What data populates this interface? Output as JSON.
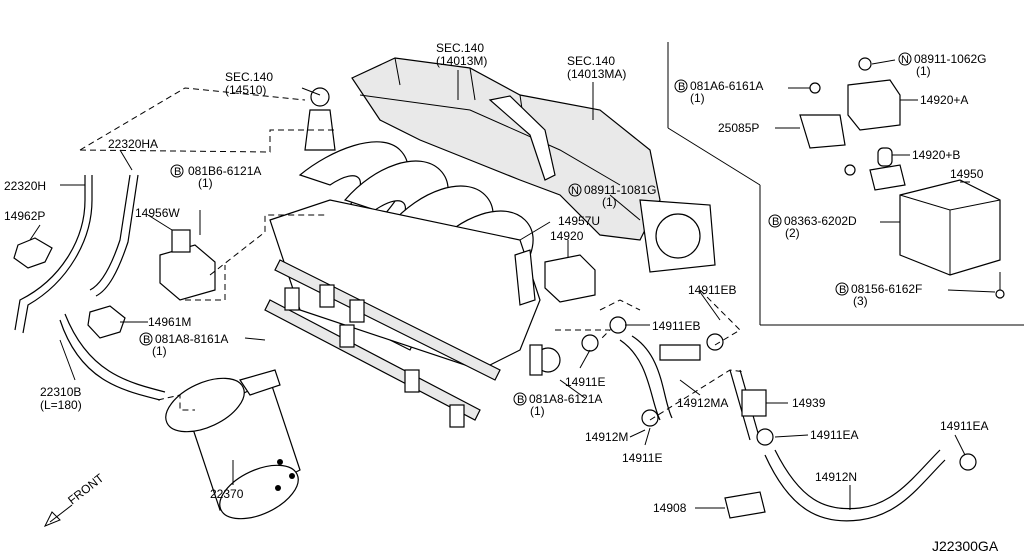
{
  "diagram_code": "J22300GA",
  "front_label": "FRONT",
  "callouts": {
    "sec140_14510_a": "SEC.140",
    "sec140_14510_b": "(14510)",
    "sec140_14013m_a": "SEC.140",
    "sec140_14013m_b": "(14013M)",
    "sec140_14013ma_a": "SEC.140",
    "sec140_14013ma_b": "(14013MA)",
    "p22320ha": "22320HA",
    "p22320h": "22320H",
    "p081b6_a": "081B6-6121A",
    "p081b6_b": "(1)",
    "p14962p": "14962P",
    "p14956w": "14956W",
    "p14961m": "14961M",
    "p081a8_8161_a": "081A8-8161A",
    "p081a8_8161_b": "(1)",
    "p22310b_a": "22310B",
    "p22310b_b": "(L=180)",
    "p22370": "22370",
    "p08911_1081g_a": "08911-1081G",
    "p08911_1081g_b": "(1)",
    "p14957u": "14957U",
    "p14920": "14920",
    "p14911eb_1": "14911EB",
    "p14911eb_2": "14911EB",
    "p14911e_1": "14911E",
    "p081a8_6121_a": "081A8-6121A",
    "p081a8_6121_b": "(1)",
    "p14912ma": "14912MA",
    "p14939": "14939",
    "p14912m": "14912M",
    "p14911e_2": "14911E",
    "p14911ea_1": "14911EA",
    "p14911ea_2": "14911EA",
    "p14912n": "14912N",
    "p14908": "14908",
    "p08911_1062g_a": "08911-1062G",
    "p08911_1062g_b": "(1)",
    "p081a6_a": "081A6-6161A",
    "p081a6_b": "(1)",
    "p14920a": "14920+A",
    "p25085p": "25085P",
    "p14920b": "14920+B",
    "p14950": "14950",
    "p08363_a": "08363-6202D",
    "p08363_b": "(2)",
    "p08156_a": "08156-6162F",
    "p08156_b": "(3)"
  },
  "symbols": {
    "bolt_symbol": "B",
    "nut_symbol": "N"
  }
}
